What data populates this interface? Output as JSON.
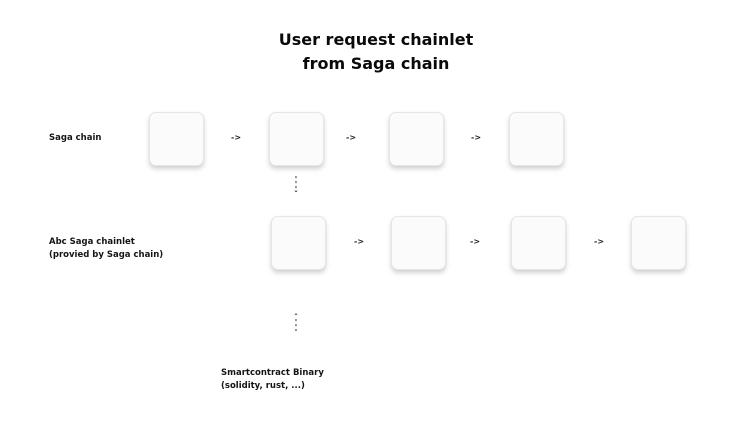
{
  "title": {
    "line1": "User request chainlet",
    "line2": "from Saga chain"
  },
  "rows": [
    {
      "label_lines": [
        "Saga chain"
      ]
    },
    {
      "label_lines": [
        "Abc Saga chainlet",
        "(provied by Saga chain)"
      ]
    }
  ],
  "bottom_label": {
    "lines": [
      "Smartcontract Binary",
      "(solidity, rust, ...)"
    ]
  },
  "arrow_text": "->",
  "colors": {
    "background": "#ffffff",
    "text": "#111111",
    "box_fill": "#fbfbfb",
    "box_border": "#e6e6e6"
  }
}
